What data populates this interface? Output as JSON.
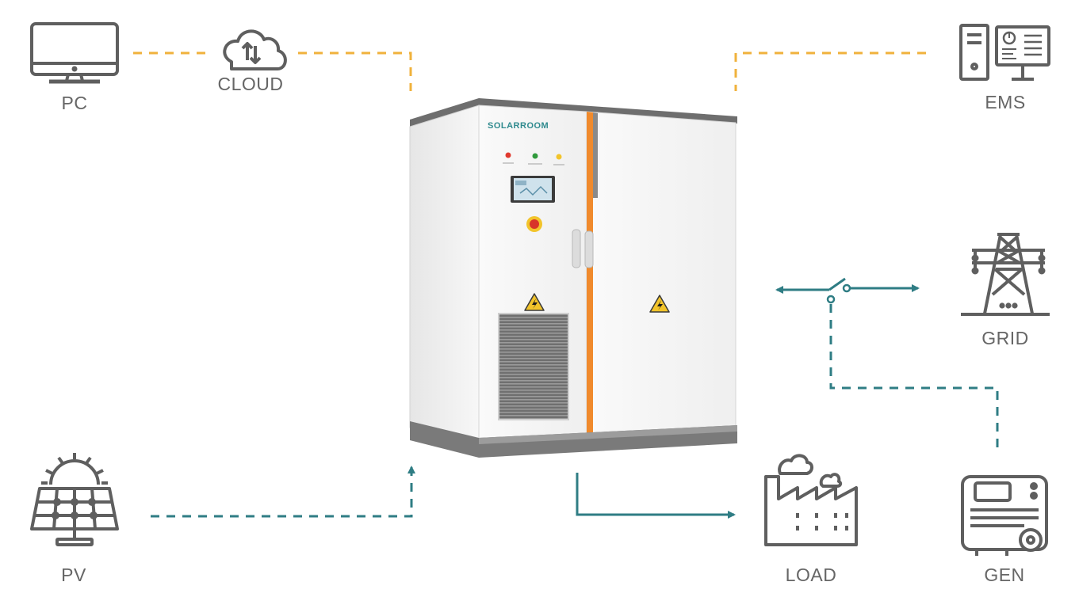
{
  "colors": {
    "icon": "#5f5f5f",
    "label": "#666666",
    "comm_line": "#f0b23c",
    "power_line": "#2f7d84",
    "cabinet_body": "#f3f3f3",
    "cabinet_trim": "#7a7a7a",
    "cabinet_accent": "#f08a2c",
    "brand": "#2f8a8e"
  },
  "nodes": {
    "pc": {
      "label": "PC",
      "icon": "monitor-icon"
    },
    "cloud": {
      "label": "CLOUD",
      "icon": "cloud-icon"
    },
    "ems": {
      "label": "EMS",
      "icon": "ems-computer-icon"
    },
    "grid": {
      "label": "GRID",
      "icon": "transmission-tower-icon"
    },
    "pv": {
      "label": "PV",
      "icon": "solar-panel-icon"
    },
    "load": {
      "label": "LOAD",
      "icon": "factory-icon"
    },
    "gen": {
      "label": "GEN",
      "icon": "generator-icon"
    }
  },
  "cabinet": {
    "brand": "SOLARROOM",
    "icon": "energy-storage-cabinet"
  },
  "links": [
    {
      "from": "pc",
      "to": "cloud",
      "kind": "communication",
      "style": "dashed"
    },
    {
      "from": "cloud",
      "to": "cabinet",
      "kind": "communication",
      "style": "dashed"
    },
    {
      "from": "ems",
      "to": "cabinet",
      "kind": "communication",
      "style": "dashed"
    },
    {
      "from": "pv",
      "to": "cabinet",
      "kind": "power",
      "style": "dashed",
      "arrow": "to"
    },
    {
      "from": "cabinet",
      "to": "load",
      "kind": "power",
      "style": "solid",
      "arrow": "to"
    },
    {
      "from": "cabinet",
      "to": "grid",
      "kind": "power",
      "style": "solid",
      "arrow": "both",
      "switch": true
    },
    {
      "from": "gen",
      "to": "switch",
      "kind": "power",
      "style": "dashed"
    }
  ]
}
